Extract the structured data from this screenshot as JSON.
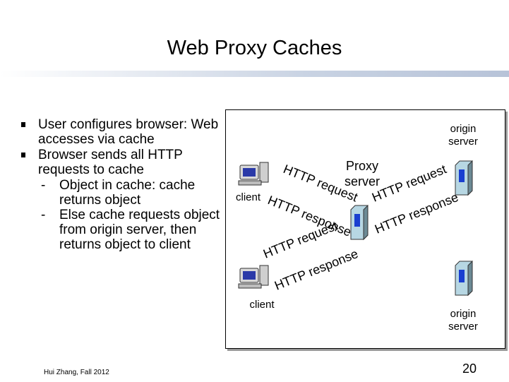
{
  "title": "Web Proxy Caches",
  "bullets": [
    "User configures browser: Web accesses via cache",
    "Browser sends all HTTP requests to cache"
  ],
  "sub_items": [
    "Object in cache: cache returns object",
    "Else cache requests object from origin server, then returns object to client"
  ],
  "footer": "Hui Zhang, Fall 2012",
  "page_number": "20",
  "diagram": {
    "origin_server_top": "origin\nserver",
    "origin_server_bottom": "origin\nserver",
    "proxy_label": "Proxy\nserver",
    "client_top": "client",
    "client_bottom": "client",
    "http_request": "HTTP request",
    "http_response": "HTTP response"
  },
  "colors": {
    "server_fill": "#b7d7e3",
    "accent": "#1a3fd0",
    "stripe": "#6c8a95"
  }
}
